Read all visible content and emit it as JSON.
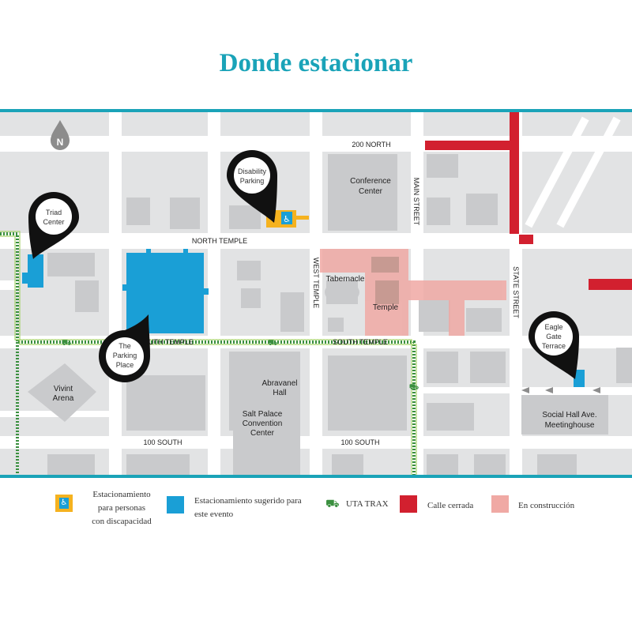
{
  "title": "Donde estacionar",
  "map": {
    "north_glyph": "N",
    "streets": {
      "north_200": "200 NORTH",
      "north_temple": "NORTH TEMPLE",
      "south_temple_left": "SOUTH TEMPLE",
      "south_temple_right": "SOUTH TEMPLE",
      "south_100_left": "100 SOUTH",
      "south_100_right": "100 SOUTH",
      "main_street": "MAIN STREET",
      "west_temple": "WEST TEMPLE",
      "state_street": "STATE STREET"
    },
    "buildings": {
      "conference_center": [
        "Conference",
        "Center"
      ],
      "tabernacle": "Tabernacle",
      "temple": "Temple",
      "vivint_arena": [
        "Vivint",
        "Arena"
      ],
      "abravanel_hall": [
        "Abravanel",
        "Hall"
      ],
      "salt_palace": [
        "Salt Palace",
        "Convention",
        "Center"
      ],
      "social_hall": [
        "Social Hall Ave.",
        "Meetinghouse"
      ]
    },
    "pins": {
      "disability_parking": [
        "Disability",
        "Parking"
      ],
      "triad_center": [
        "Triad",
        "Center"
      ],
      "parking_place": [
        "The",
        "Parking",
        "Place"
      ],
      "eagle_gate": [
        "Eagle",
        "Gate",
        "Terrace"
      ]
    }
  },
  "legend": {
    "disability": [
      "Estacionamiento",
      "para personas",
      "con discapacidad"
    ],
    "suggested": [
      "Estacionamiento sugerido para",
      "este evento"
    ],
    "trax": "UTA TRAX",
    "closed": "Calle cerrada",
    "construction": "En construcción"
  },
  "colors": {
    "teal": "#1aa3b8",
    "parking_blue": "#1a9fd6",
    "disability_yellow": "#f5b21f",
    "closed_red": "#d2202f",
    "construction_pink": "#f0a9a4",
    "trax_green": "#3a8f3f"
  }
}
